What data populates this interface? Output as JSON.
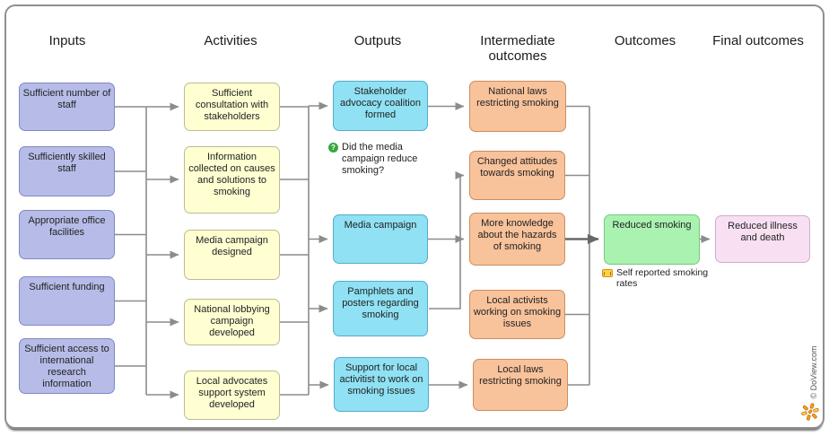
{
  "columns": [
    {
      "title": "Inputs",
      "boxes": [
        {
          "label": "Sufficient number of staff"
        },
        {
          "label": "Sufficiently skilled staff"
        },
        {
          "label": "Appropriate office facilities"
        },
        {
          "label": "Sufficient funding"
        },
        {
          "label": "Sufficient access to international research information"
        }
      ]
    },
    {
      "title": "Activities",
      "boxes": [
        {
          "label": "Sufficient consultation with stakeholders"
        },
        {
          "label": "Information collected on causes and solutions to smoking"
        },
        {
          "label": "Media campaign designed"
        },
        {
          "label": "National lobbying campaign developed"
        },
        {
          "label": "Local advocates support system developed"
        }
      ]
    },
    {
      "title": "Outputs",
      "boxes": [
        {
          "label": "Stakeholder advocacy coalition formed"
        },
        {
          "label": "Media campaign"
        },
        {
          "label": "Pamphlets and posters regarding smoking"
        },
        {
          "label": "Support for local activitist to work on smoking issues"
        }
      ]
    },
    {
      "title": "Intermediate outcomes",
      "boxes": [
        {
          "label": "National laws restricting smoking"
        },
        {
          "label": "Changed attitudes towards smoking"
        },
        {
          "label": "More knowledge about the hazards of smoking"
        },
        {
          "label": "Local activists working on smoking issues"
        },
        {
          "label": "Local laws restricting smoking"
        }
      ]
    },
    {
      "title": "Outcomes",
      "boxes": [
        {
          "label": "Reduced smoking"
        }
      ]
    },
    {
      "title": "Final outcomes",
      "boxes": [
        {
          "label": "Reduced illness and death"
        }
      ]
    }
  ],
  "annotations": {
    "question_text": "Did the media campaign reduce smoking?",
    "measure_text": "Self reported smoking rates"
  },
  "branding": {
    "copyright": "© DoView.com"
  },
  "colors": {
    "inputs_fill": "#b6bce7",
    "inputs_border": "#8189c6",
    "activities_fill": "#ffffd2",
    "activities_border": "#bcbc8e",
    "outputs_fill": "#8fe1f3",
    "outputs_border": "#54abce",
    "intermediate_fill": "#f8c29b",
    "intermediate_border": "#cd8d5b",
    "outcomes_fill": "#aaf2b0",
    "outcomes_border": "#78c77f",
    "final_fill": "#f8e0f2",
    "final_border": "#d0abc8",
    "connector": "#8c8c8c",
    "question_icon": "#35a93c",
    "measure_icon": "#ffd24a",
    "logo_orange": "#f6a21d"
  }
}
